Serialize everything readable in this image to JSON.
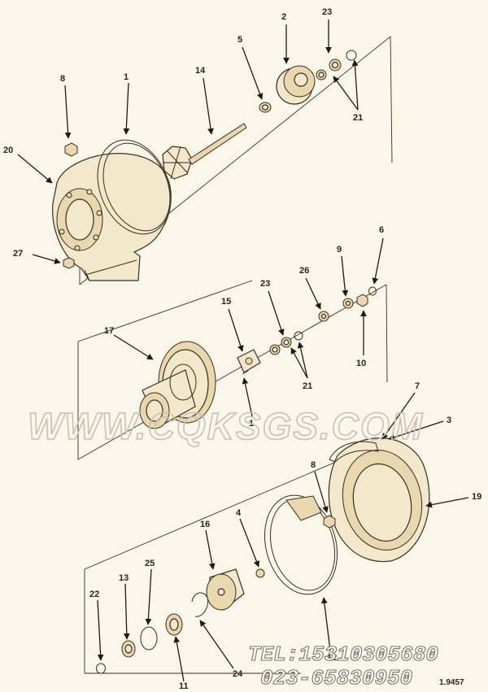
{
  "diagram": {
    "callouts": {
      "c1_top": "1",
      "c2": "2",
      "c23_top": "23",
      "c5": "5",
      "c14": "14",
      "c8_top": "8",
      "c20": "20",
      "c21_top": "21",
      "c27": "27",
      "c6": "6",
      "c9": "9",
      "c26": "26",
      "c23_mid": "23",
      "c15": "15",
      "c17": "17",
      "c10": "10",
      "c21_mid": "21",
      "c1_mid": "1",
      "c7": "7",
      "c3": "3",
      "c8_bot": "8",
      "c19": "19",
      "c4": "4",
      "c16": "16",
      "c25": "25",
      "c13": "13",
      "c22": "22",
      "c24": "24",
      "c11": "11",
      "c12": "12"
    },
    "watermark": "WWW.CQKSGS.COM",
    "phone": "TEL:15310305680",
    "phone2": "023-65830950",
    "ref_code": "1.9457"
  }
}
